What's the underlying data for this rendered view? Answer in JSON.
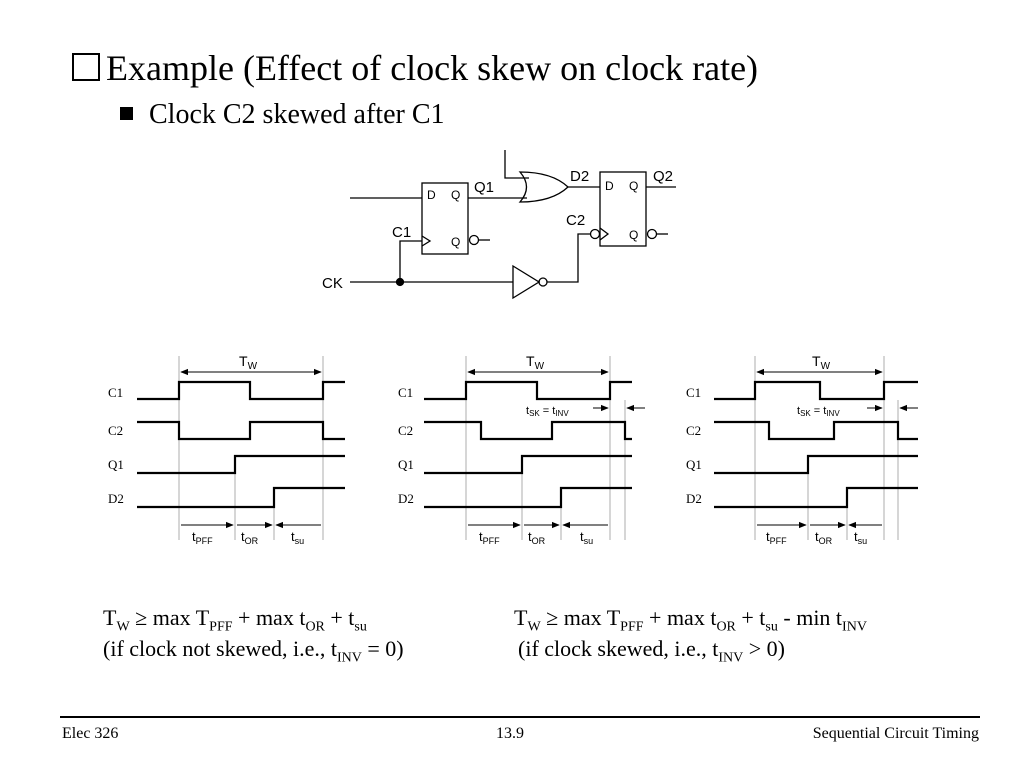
{
  "title": "Example (Effect of clock skew on clock rate)",
  "subtitle": "Clock C2 skewed after C1",
  "circuit": {
    "ff_d": "D",
    "ff_q": "Q",
    "q1": "Q1",
    "d2": "D2",
    "q2": "Q2",
    "c1": "C1",
    "c2": "C2",
    "ck": "CK"
  },
  "timing": {
    "period_label": "T",
    "period_sub": "W",
    "signals": [
      "C1",
      "C2",
      "Q1",
      "D2"
    ],
    "skew_label": {
      "t": "t",
      "sk": "SK",
      "eq": " = t",
      "inv": "INV"
    },
    "tpff": {
      "t": "t",
      "sub": "PFF"
    },
    "tor": {
      "t": "t",
      "sub": "OR"
    },
    "tsu": {
      "t": "t",
      "sub": "su"
    }
  },
  "equations": {
    "left": {
      "TW": "T",
      "TW_sub": "W",
      "a": " ≥ max T",
      "a_sub": "PFF",
      "b": " + max t",
      "b_sub": "OR",
      "c": " + t",
      "c_sub": "su",
      "note1": "(if clock not skewed, i.e., t",
      "note_sub": "INV",
      "note2": " = 0)"
    },
    "right": {
      "TW": "T",
      "TW_sub": "W",
      "a": " ≥ max T",
      "a_sub": "PFF",
      "b": " + max t",
      "b_sub": "OR",
      "c": " + t",
      "c_sub": "su",
      "d": " - min t",
      "d_sub": "INV",
      "note1": "(if clock skewed, i.e., t",
      "note_sub": "INV",
      "note2": " > 0)"
    }
  },
  "footer": {
    "left": "Elec 326",
    "center": "13.9",
    "right": "Sequential Circuit Timing"
  }
}
